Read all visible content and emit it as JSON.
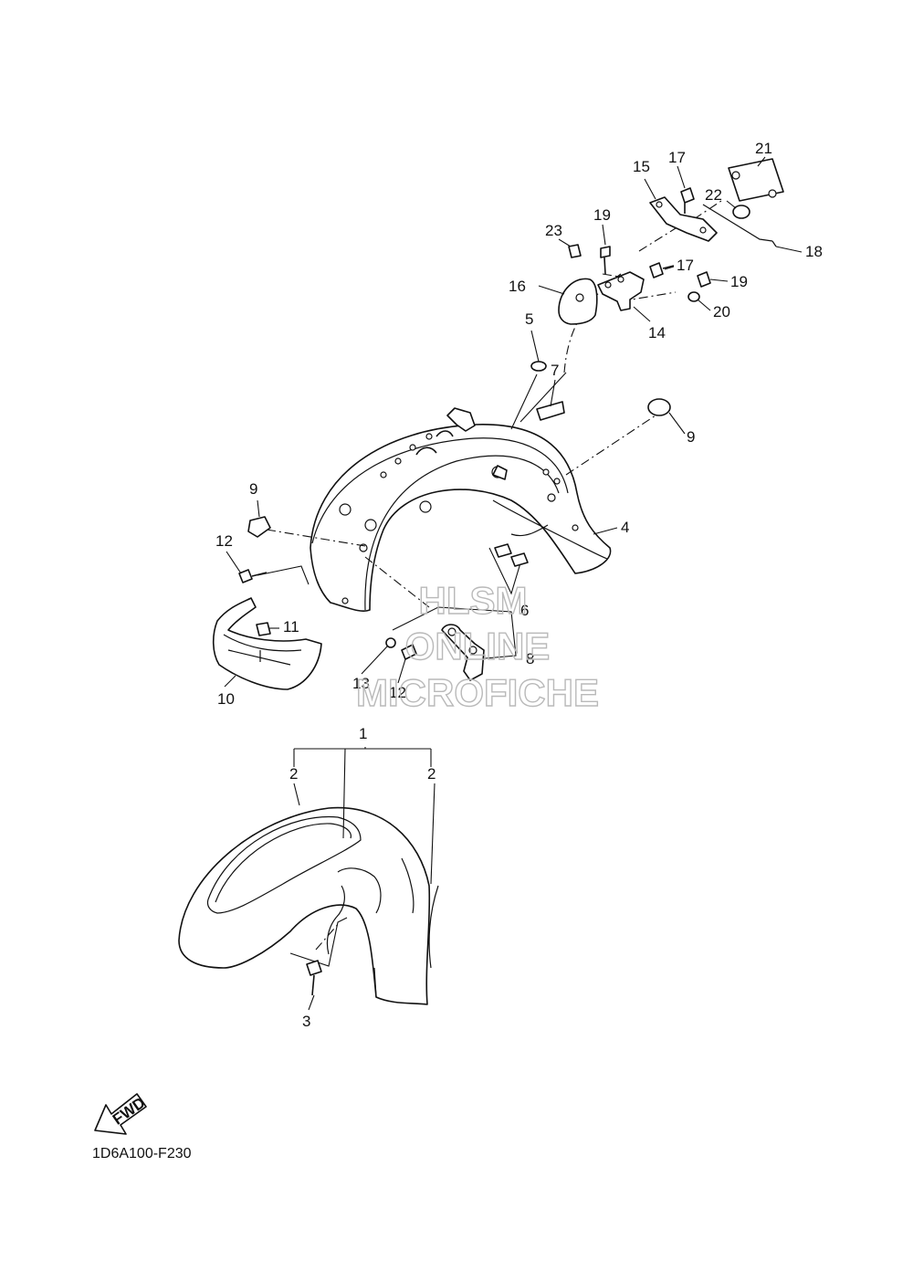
{
  "diagram": {
    "code": "1D6A100-F230",
    "direction_arrow": "FWD",
    "watermark": [
      "HLSM",
      "ONLINE",
      "MICROFICHE"
    ],
    "callouts": [
      "1",
      "2",
      "2",
      "3",
      "4",
      "5",
      "6",
      "7",
      "8",
      "9",
      "9",
      "10",
      "11",
      "12",
      "12",
      "13",
      "14",
      "15",
      "16",
      "17",
      "17",
      "18",
      "19",
      "19",
      "20",
      "21",
      "22",
      "23"
    ]
  }
}
